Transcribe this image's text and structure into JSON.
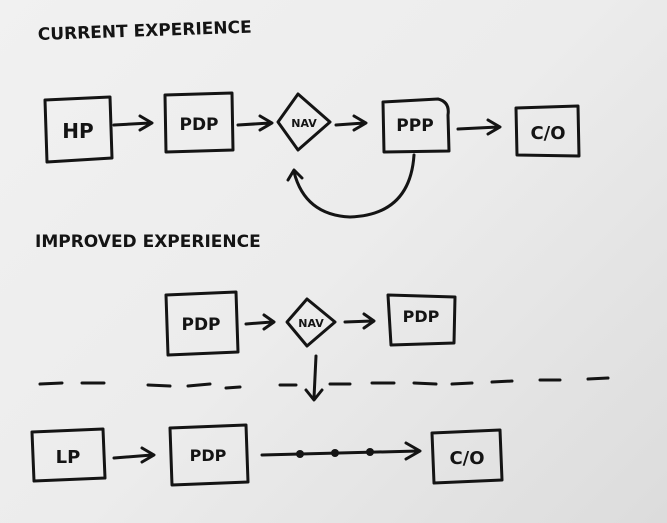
{
  "headings": {
    "current": "CURRENT EXPERIENCE",
    "improved": "IMPROVED EXPERIENCE"
  },
  "current_flow": {
    "nodes": [
      "HP",
      "PDP",
      "NAV",
      "PPP",
      "C/O"
    ]
  },
  "improved_flow": {
    "top_nodes": [
      "PDP",
      "NAV",
      "PDP"
    ],
    "bottom_nodes": [
      "LP",
      "PDP",
      "C/O"
    ]
  }
}
